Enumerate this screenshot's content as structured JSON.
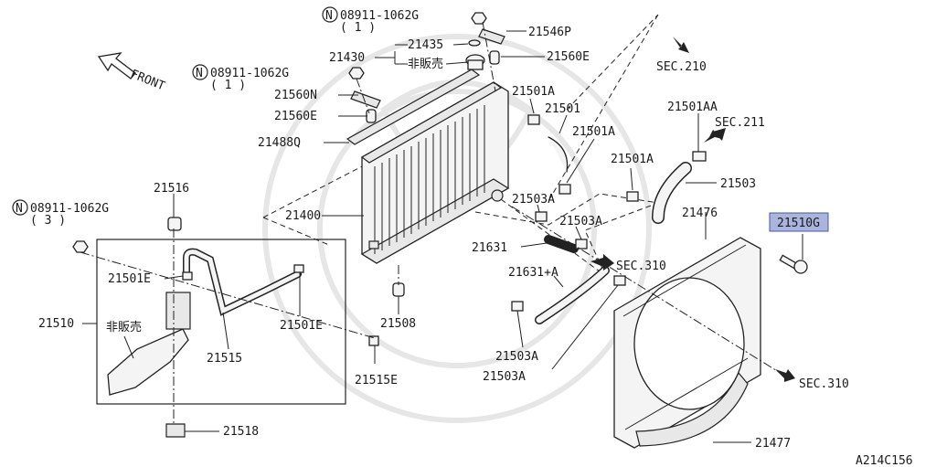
{
  "front_label": "FRONT",
  "diagram_code": "A214C156",
  "highlight_color": "#aab4dd",
  "labels": {
    "n08911_top": "08911-1062G",
    "n08911_top_qty": "( 1 )",
    "n08911_mid": "08911-1062G",
    "n08911_mid_qty": "( 1 )",
    "n08911_left": "08911-1062G",
    "n08911_left_qty": "( 3 )",
    "circled_n": "N",
    "p21430": "21430",
    "p21435": "21435",
    "not_sold_cap": "非販売",
    "p21546p": "21546P",
    "p21560e_top": "21560E",
    "p21560n": "21560N",
    "p21560e": "21560E",
    "p21488q": "21488Q",
    "p21400": "21400",
    "p21516": "21516",
    "p21501e_a": "21501E",
    "p21501e_b": "21501E",
    "p21510": "21510",
    "not_sold_tank": "非販売",
    "p21515": "21515",
    "p21515e": "21515E",
    "p21508": "21508",
    "p21518": "21518",
    "p21501a_1": "21501A",
    "p21501": "21501",
    "p21501a_2": "21501A",
    "p21501a_3": "21501A",
    "p21503a_1": "21503A",
    "p21503a_2": "21503A",
    "p21631": "21631",
    "p21631a": "21631+A",
    "p21503a_3": "21503A",
    "p21503a_4": "21503A",
    "p21501aa": "21501AA",
    "p21503": "21503",
    "p21476": "21476",
    "p21510g": "21510G",
    "p21477": "21477",
    "sec210": "SEC.210",
    "sec211": "SEC.211",
    "sec310_a": "SEC.310",
    "sec310_b": "SEC.310"
  }
}
